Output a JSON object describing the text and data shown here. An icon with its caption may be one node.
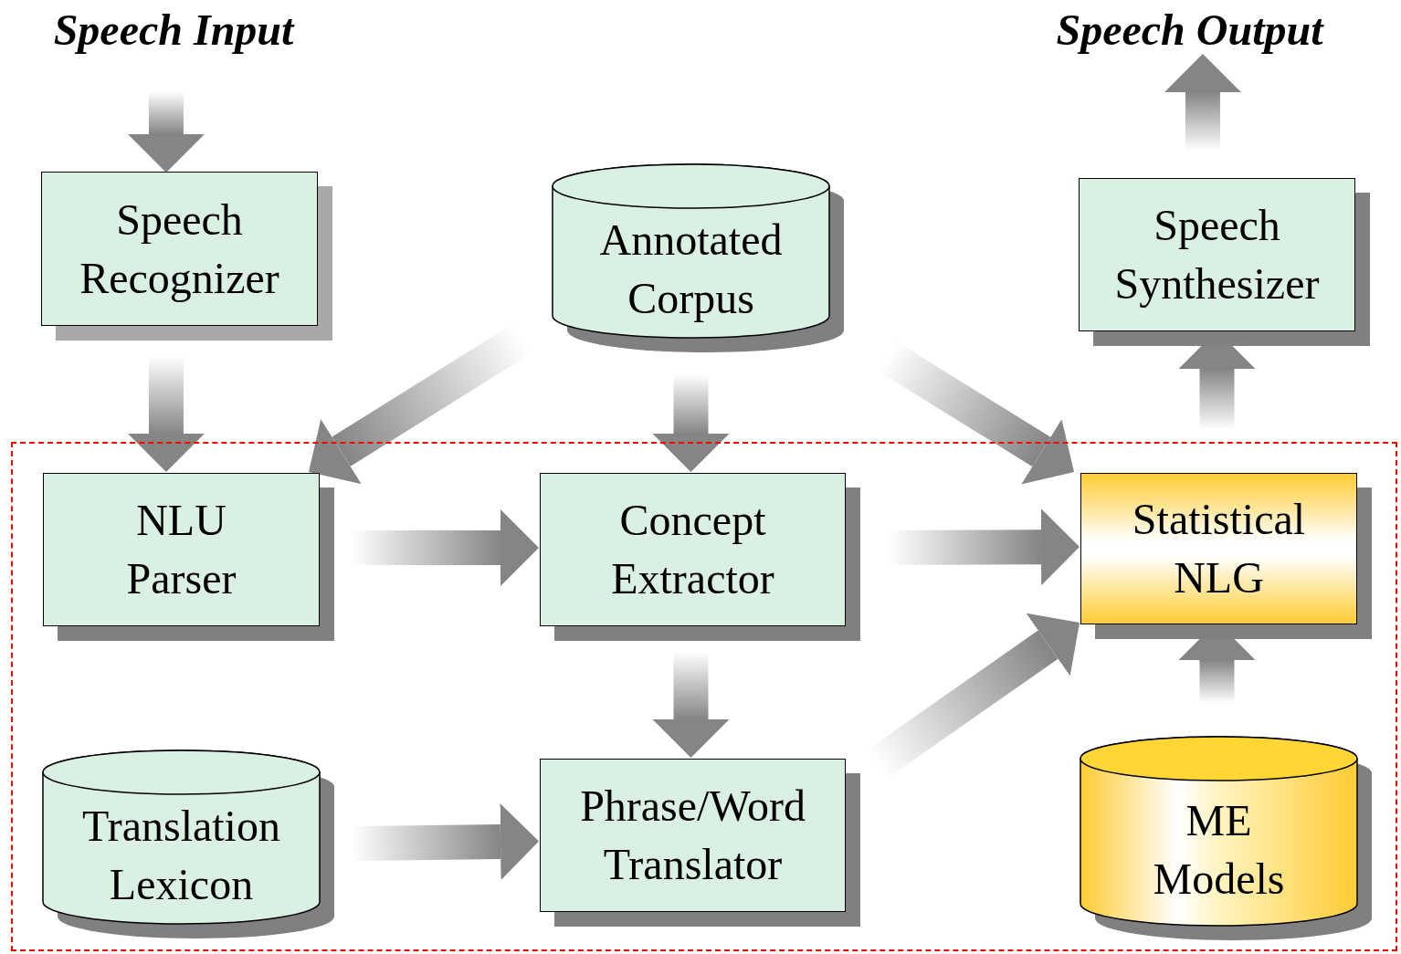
{
  "diagram": {
    "nodes": [
      {
        "text": [
          "Speech Input"
        ]
      },
      {
        "text": [
          "Speech Output"
        ]
      },
      {
        "text": [
          "Speech Recognizer"
        ]
      },
      {
        "text": [
          "Annotated Corpus"
        ]
      },
      {
        "text": [
          "Speech Synthesizer"
        ]
      },
      {
        "text": [],
        "shape": "box"
      },
      {
        "text": [
          "NLU Parser"
        ],
        "in": 5
      },
      {
        "text": [
          "Concept Extractor"
        ],
        "in": 5
      },
      {
        "text": [
          "Statistical NLG"
        ],
        "in": 5
      },
      {
        "text": [
          "Translation Lexicon"
        ],
        "in": 5
      },
      {
        "text": [
          "Phrase/Word Translator"
        ],
        "in": 5
      },
      {
        "text": [
          "ME Models"
        ],
        "in": 5
      }
    ],
    "edges": [
      {
        "from": 0,
        "to": 2,
        "arrow": "to"
      },
      {
        "from": 2,
        "to": 6,
        "arrow": "to"
      },
      {
        "from": 3,
        "to": 6,
        "arrow": "to"
      },
      {
        "from": 3,
        "to": 7,
        "arrow": "to"
      },
      {
        "from": 3,
        "to": 8,
        "arrow": "to"
      },
      {
        "from": 6,
        "to": 7,
        "arrow": "to"
      },
      {
        "from": 7,
        "to": 8,
        "arrow": "to"
      },
      {
        "from": 7,
        "to": 10,
        "arrow": "to"
      },
      {
        "from": 10,
        "to": 8,
        "arrow": "to"
      },
      {
        "from": 9,
        "to": 10,
        "arrow": "to"
      },
      {
        "from": 11,
        "to": 8,
        "arrow": "to"
      },
      {
        "from": 8,
        "to": 4,
        "arrow": "to"
      },
      {
        "from": 4,
        "to": 1,
        "arrow": "to"
      }
    ]
  }
}
